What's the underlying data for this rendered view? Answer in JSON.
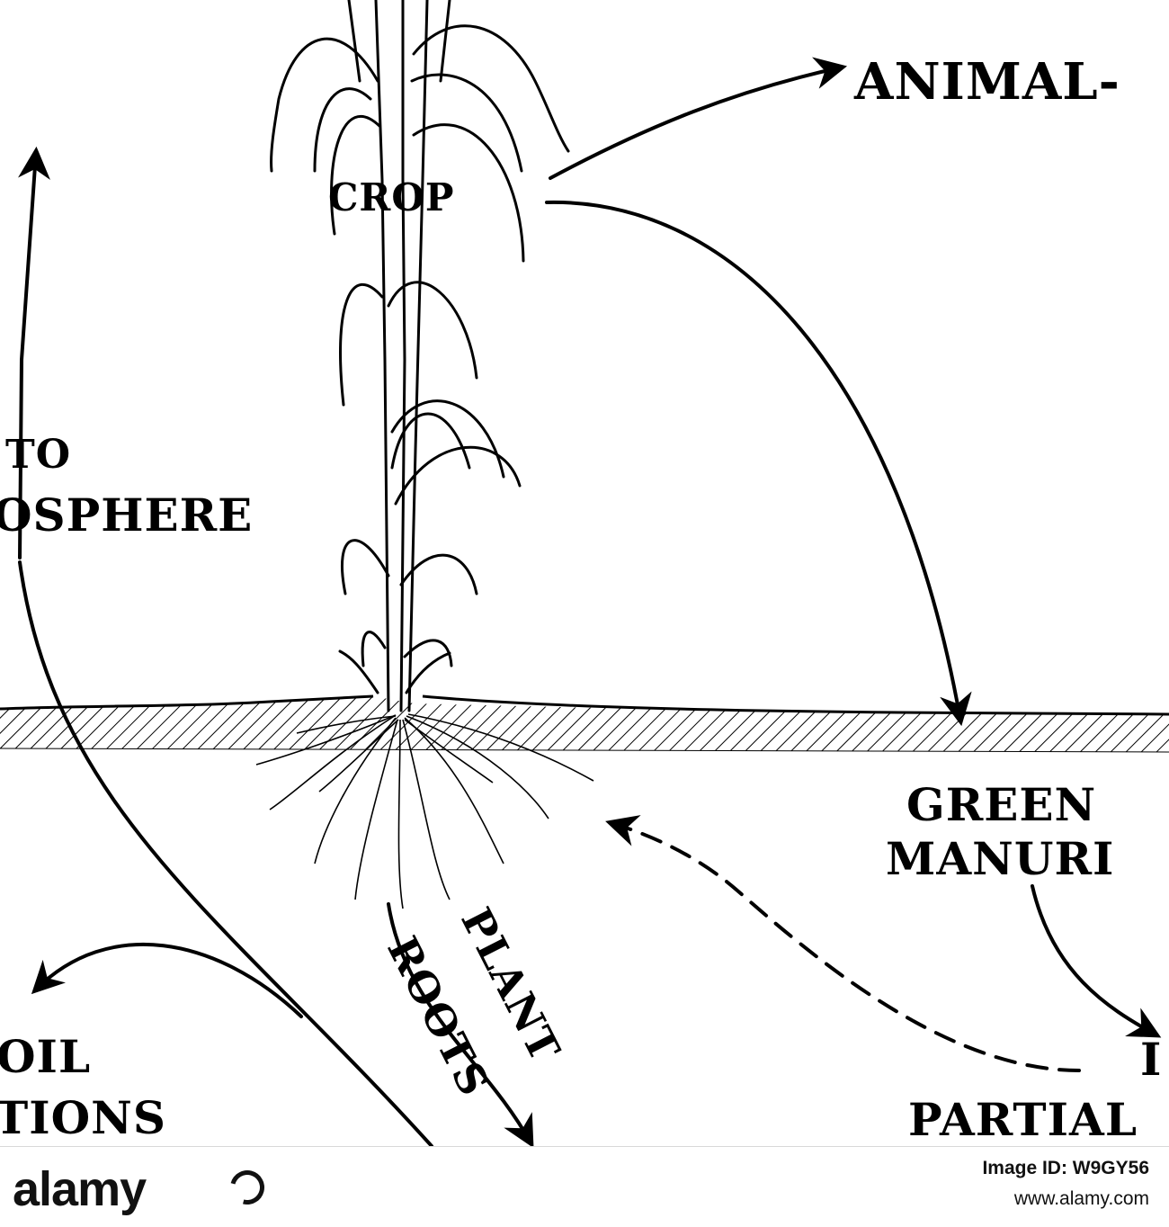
{
  "diagram": {
    "labels": {
      "animal": "ANIMAL-",
      "crop": "CROP",
      "to": "TO",
      "atmosphere": "OSPHERE",
      "green": "GREEN",
      "manure": "MANURI",
      "plant": "PLANT",
      "roots": "ROOTS",
      "soil": "OIL",
      "solutions": "TIONS",
      "d_char": "I",
      "partial": "PARTIAL"
    }
  },
  "footer": {
    "logo": "alamy",
    "image_id": "Image ID: W9GY56",
    "site": "www.alamy.com"
  },
  "colors": {
    "ink": "#000000",
    "paper": "#ffffff"
  }
}
